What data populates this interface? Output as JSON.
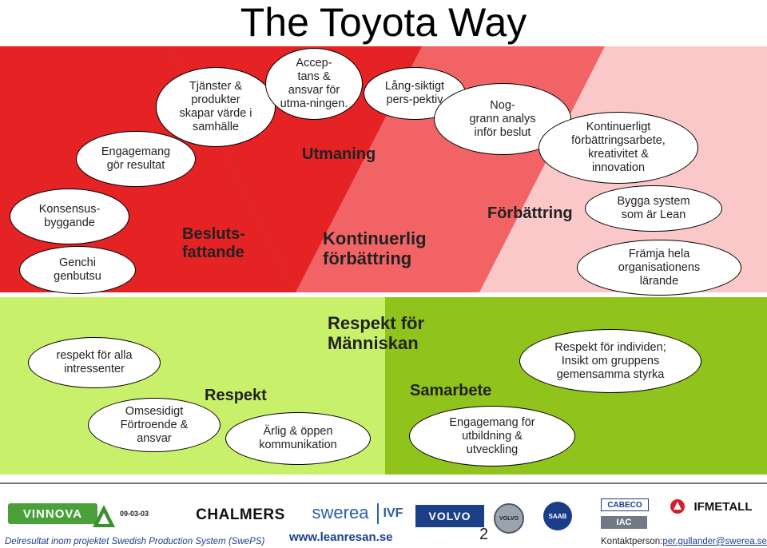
{
  "title": "The Toyota Way",
  "colors": {
    "dark_red": "#e52224",
    "mid_red": "#f26366",
    "pink": "#fbc8c9",
    "light_green": "#c8f06a",
    "dark_green": "#90c31c"
  },
  "challenge_bubbles": [
    "Engagemang\ngör resultat",
    "Tjänster &\nprodukter\nskapar värde i\nsamhälle",
    "Accep-\ntans &\nansvar för\nutma-ningen.",
    "Lång-siktigt\npers-pektiv",
    "Nog-\ngrann analys\ninför beslut",
    "Kontinuerligt\nförbättringsarbete,\nkreativitet &\ninnovation"
  ],
  "left_bubbles": [
    "Konsensus-\nbyggande",
    "Genchi\ngenbutsu"
  ],
  "right_bubbles": [
    "Bygga system\nsom är Lean",
    "Främja hela\norganisationens\nlärande"
  ],
  "labels": {
    "utmaning": "Utmaning",
    "beslut": "Besluts-\nfattande",
    "kontinuerlig": "Kontinuerlig\nförbättring",
    "forbattring": "Förbättring",
    "respekt_manniskan": "Respekt för\nMänniskan",
    "respekt": "Respekt",
    "samarbete": "Samarbete"
  },
  "respect_bubbles": [
    "respekt för alla\nintressenter",
    "Omsesidigt\nFörtroende &\nansvar",
    "Ärlig & öppen\nkommunikation",
    "Engagemang för\nutbildning &\nutveckling",
    "Respekt för individen;\nInsikt om gruppens\ngemensamma styrka"
  ],
  "footer": {
    "date": "09-03-03",
    "project": "Delresultat inom projektet Swedish Production System (SwePS)",
    "website": "www.leanresan.se",
    "page": "2",
    "contact_label": "Kontaktperson:",
    "contact_email": "per.gullander@swerea.se",
    "logos": {
      "vinnova": "VINNOVA",
      "chalmers": "CHALMERS",
      "swerea": "swerea",
      "ivf": "IVF",
      "volvo": "VOLVO",
      "volvo_badge": "VOLVO",
      "saab": "SAAB",
      "cabeco": "CABECO",
      "iac": "IAC",
      "ifmetall": "IFMETALL"
    }
  }
}
